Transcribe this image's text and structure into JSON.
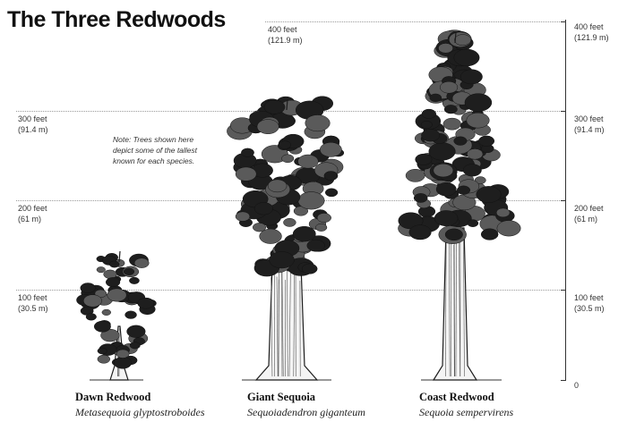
{
  "title": "The Three Redwoods",
  "scale": {
    "left_labels": [
      {
        "feet": "100 feet",
        "meters": "(30.5 m)"
      },
      {
        "feet": "200 feet",
        "meters": "(61 m)"
      },
      {
        "feet": "300 feet",
        "meters": "(91.4 m)"
      },
      {
        "feet": "400 feet",
        "meters": "(121.9 m)"
      }
    ],
    "right_labels": [
      {
        "feet": "0",
        "meters": ""
      },
      {
        "feet": "100 feet",
        "meters": "(30.5 m)"
      },
      {
        "feet": "200 feet",
        "meters": "(61 m)"
      },
      {
        "feet": "300 feet",
        "meters": "(91.4 m)"
      },
      {
        "feet": "400 feet",
        "meters": "(121.9 m)"
      }
    ]
  },
  "note": "Note: Trees shown here depict some of the tallest known for each species.",
  "trees": [
    {
      "common": "Dawn Redwood",
      "scientific": "Metasequoia glyptostroboides",
      "height_ft": 140,
      "color": "#1c1c1c"
    },
    {
      "common": "Giant Sequoia",
      "scientific": "Sequoiadendron giganteum",
      "height_ft": 310,
      "color": "#1c1c1c"
    },
    {
      "common": "Coast Redwood",
      "scientific": "Sequoia sempervirens",
      "height_ft": 385,
      "color": "#1c1c1c"
    }
  ]
}
